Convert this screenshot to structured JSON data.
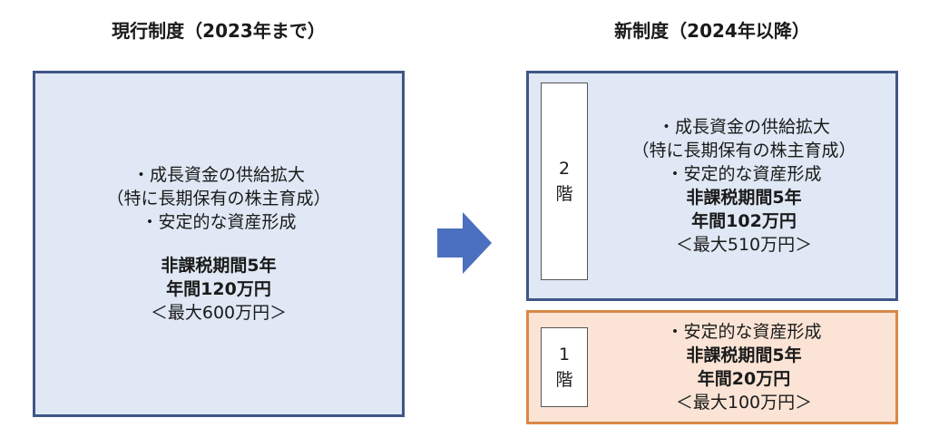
{
  "headings": {
    "current": "現行制度（2023年まで）",
    "new": "新制度（2024年以降）"
  },
  "current_box": {
    "line1": "・成長資金の供給拡大",
    "line2": "（特に長期保有の株主育成）",
    "line3": "・安定的な資産形成",
    "line4": "非課税期間5年",
    "line5": "年間120万円",
    "line6": "＜最大600万円＞"
  },
  "tier2": {
    "label_num": "2",
    "label_kanji": "階",
    "line1": "・成長資金の供給拡大",
    "line2": "（特に長期保有の株主育成）",
    "line3": "・安定的な資産形成",
    "line4": "非課税期間5年",
    "line5": "年間102万円",
    "line6": "＜最大510万円＞"
  },
  "tier1": {
    "label_num": "1",
    "label_kanji": "階",
    "line1": "・安定的な資産形成",
    "line2": "非課税期間5年",
    "line3": "年間20万円",
    "line4": "＜最大100万円＞"
  },
  "colors": {
    "blue_fill": "#dfe8f4",
    "blue_border": "#3f5687",
    "orange_fill": "#fbe4d5",
    "orange_border": "#d98848",
    "arrow": "#4a70bf"
  },
  "icons": {
    "arrow": "right-arrow-icon"
  }
}
